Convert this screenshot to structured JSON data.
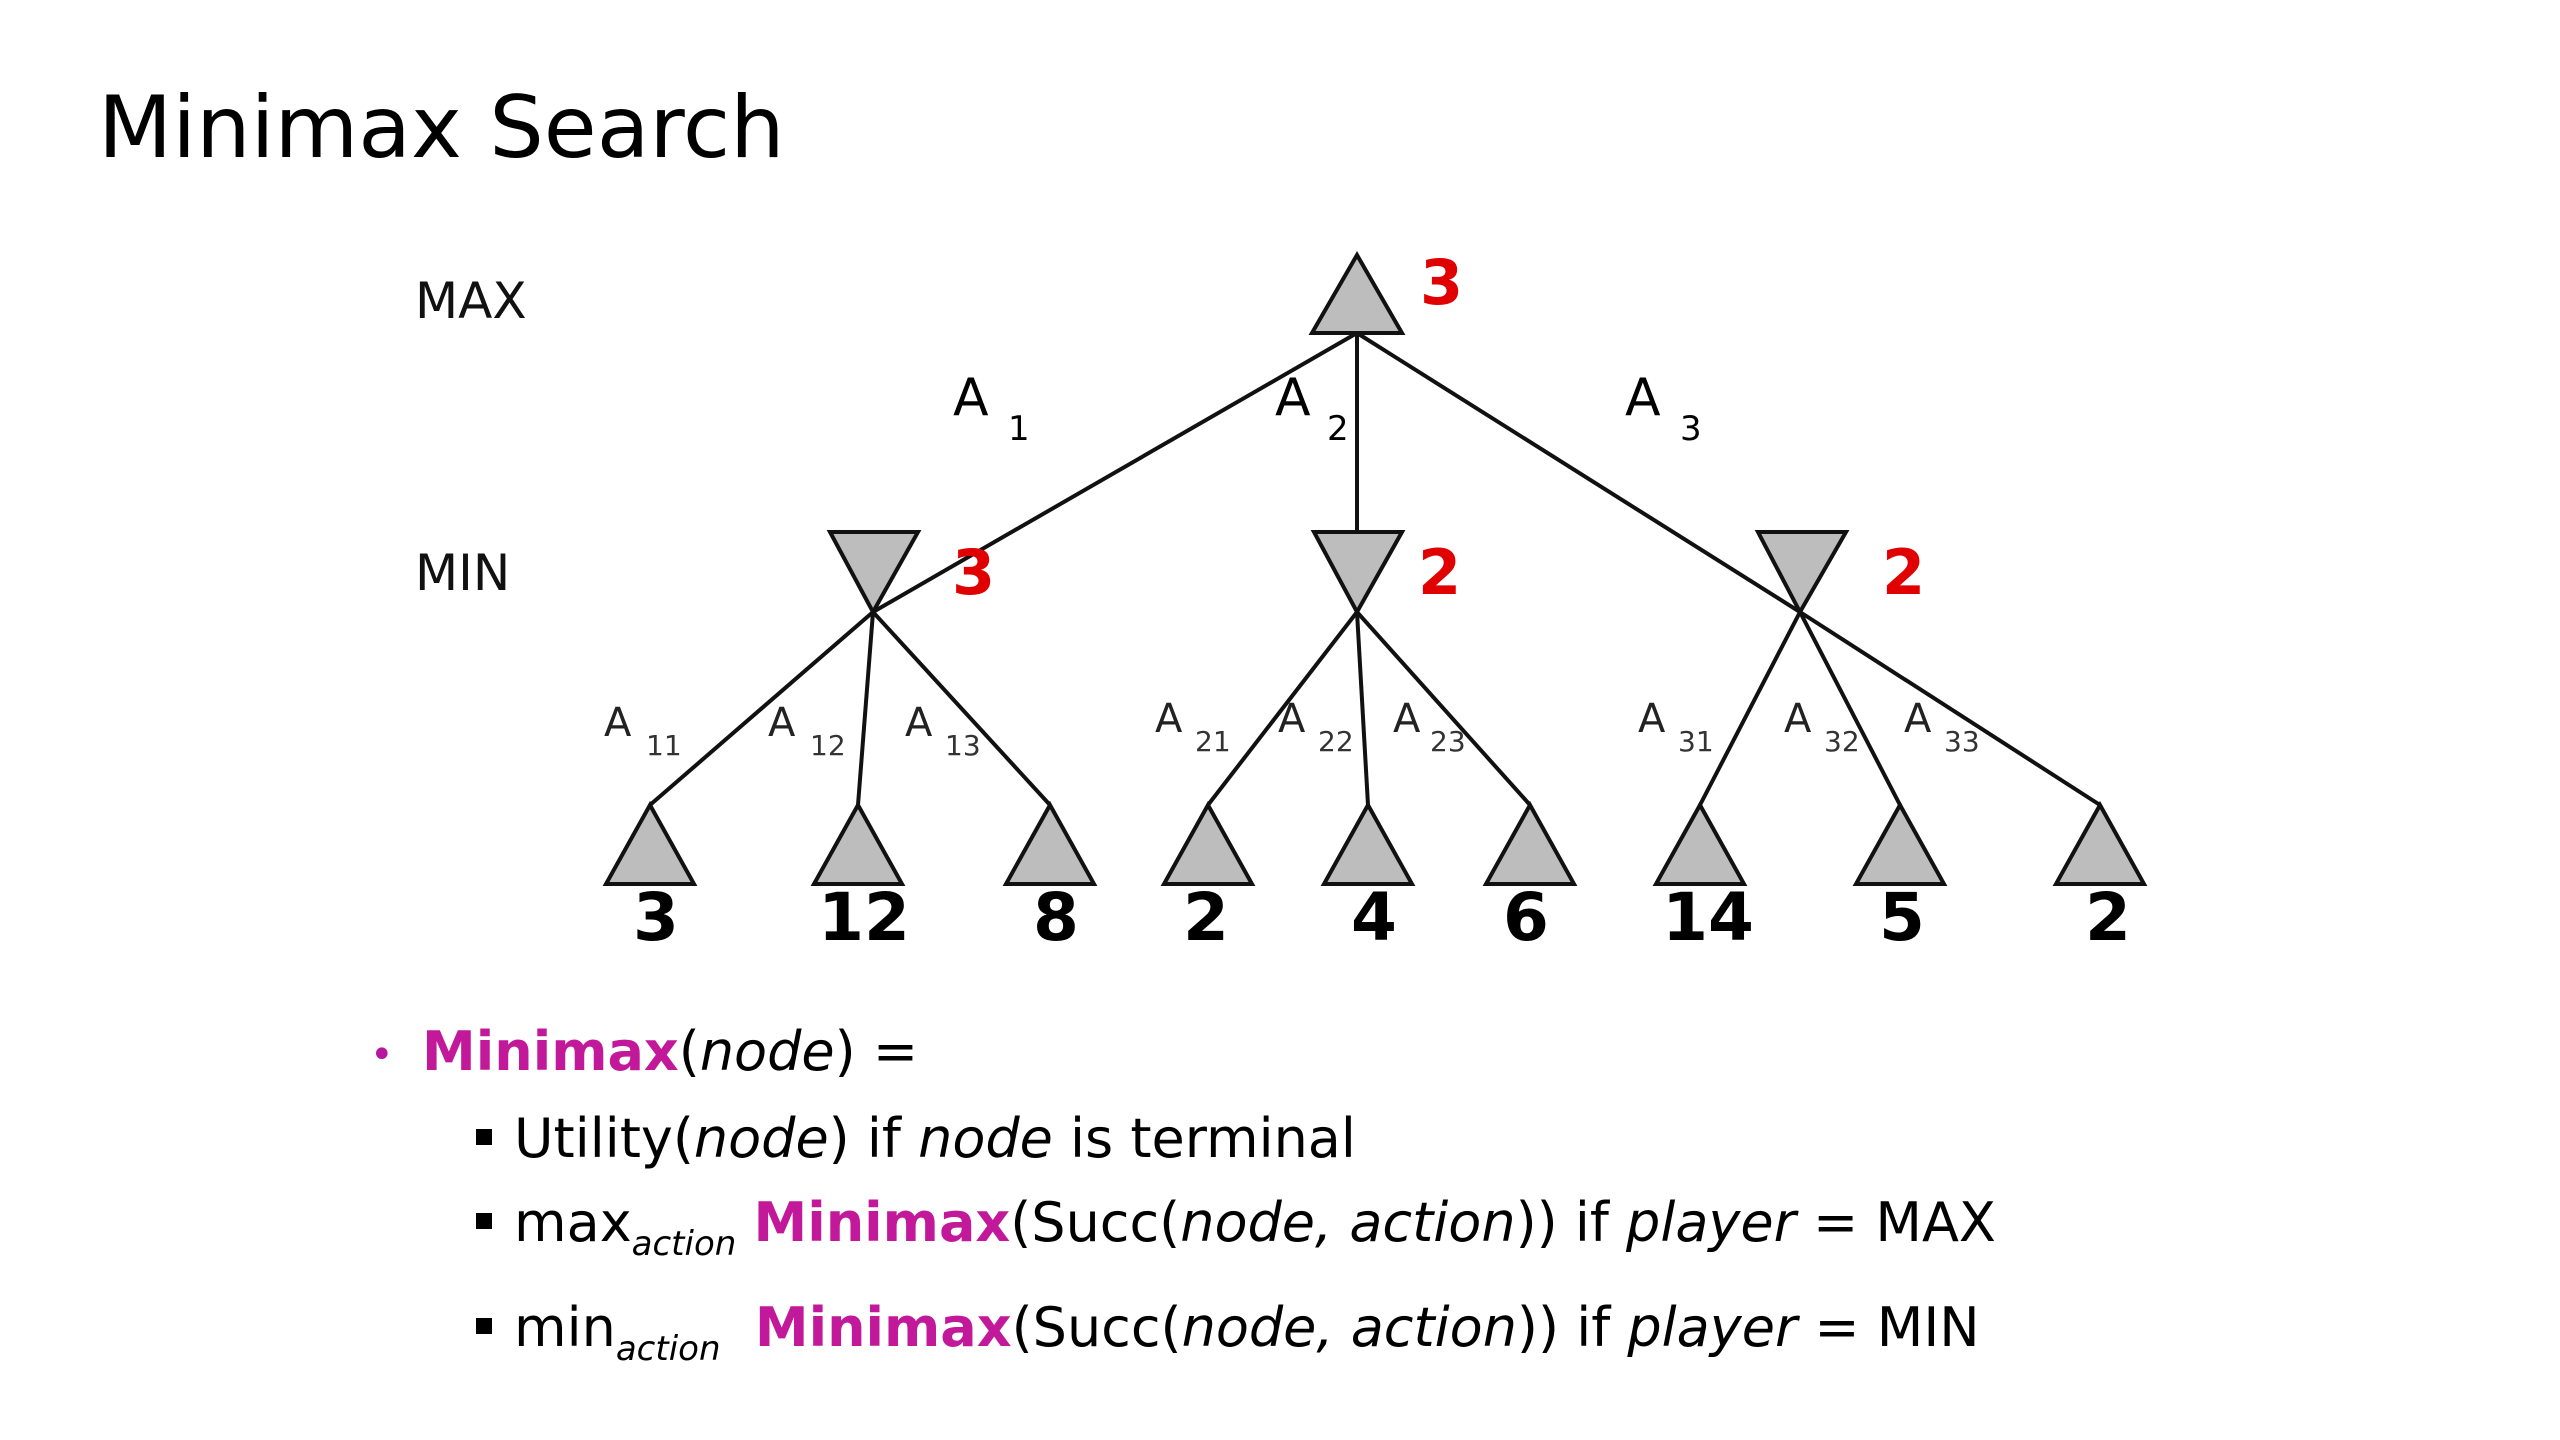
{
  "title": "Minimax Search",
  "levels": {
    "max": "MAX",
    "min": "MIN"
  },
  "root_value": "3",
  "min_values": [
    "3",
    "2",
    "2"
  ],
  "top_edges": [
    {
      "letter": "A",
      "sub": "1"
    },
    {
      "letter": "A",
      "sub": "2"
    },
    {
      "letter": "A",
      "sub": "3"
    }
  ],
  "bottom_edges": [
    {
      "letter": "A",
      "sub": "11"
    },
    {
      "letter": "A",
      "sub": "12"
    },
    {
      "letter": "A",
      "sub": "13"
    },
    {
      "letter": "A",
      "sub": "21"
    },
    {
      "letter": "A",
      "sub": "22"
    },
    {
      "letter": "A",
      "sub": "23"
    },
    {
      "letter": "A",
      "sub": "31"
    },
    {
      "letter": "A",
      "sub": "32"
    },
    {
      "letter": "A",
      "sub": "33"
    }
  ],
  "leaf_values": [
    "3",
    "12",
    "8",
    "2",
    "4",
    "6",
    "14",
    "5",
    "2"
  ],
  "colors": {
    "value_red": "#e00000",
    "minimax_magenta": "#c2189a",
    "node_fill": "#bdbdbd"
  },
  "formula": {
    "bullet": "•",
    "head_name": "Minimax",
    "head_open": "(",
    "head_arg": "node",
    "head_close": ") =",
    "line1": {
      "a": "Utility(",
      "b": "node",
      "c": ") if ",
      "d": "node",
      "e": " is terminal"
    },
    "line2": {
      "a": "max",
      "sub": "action",
      "name": "Minimax",
      "b": "(Succ(",
      "c": "node, action",
      "d": ")) if ",
      "e": "player",
      "f": " = MAX"
    },
    "line3": {
      "a": "min",
      "sub": "action",
      "name": "Minimax",
      "b": "(Succ(",
      "c": "node, action",
      "d": ")) if ",
      "e": "player",
      "f": " = MIN"
    }
  }
}
